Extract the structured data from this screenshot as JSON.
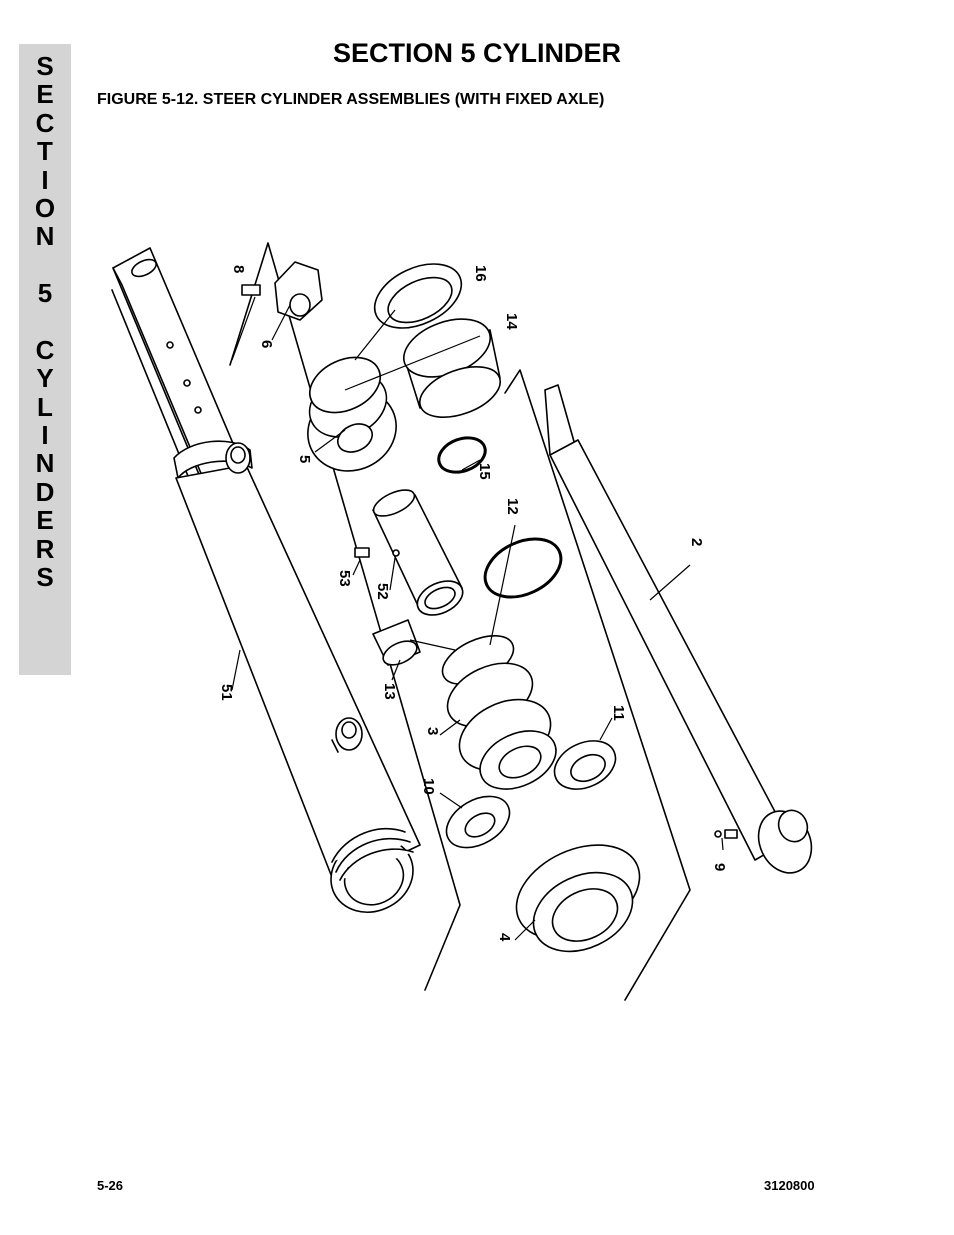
{
  "sidebar": {
    "tab_text": "SECTION 5 CYLINDERS"
  },
  "header": {
    "section_title": "SECTION 5  CYLINDER",
    "figure_title": "FIGURE 5-12.  STEER CYLINDER ASSEMBLIES (WITH FIXED AXLE)"
  },
  "diagram": {
    "callouts": {
      "c8": "8",
      "c16": "16",
      "c14": "14",
      "c6": "6",
      "c5": "5",
      "c15": "15",
      "c12": "12",
      "c2": "2",
      "c53": "53",
      "c52": "52",
      "c13": "13",
      "c51": "51",
      "c3": "3",
      "c11": "11",
      "c10": "10",
      "c9": "9",
      "c4": "4"
    }
  },
  "footer": {
    "page_number": "5-26",
    "doc_number": "3120800"
  }
}
